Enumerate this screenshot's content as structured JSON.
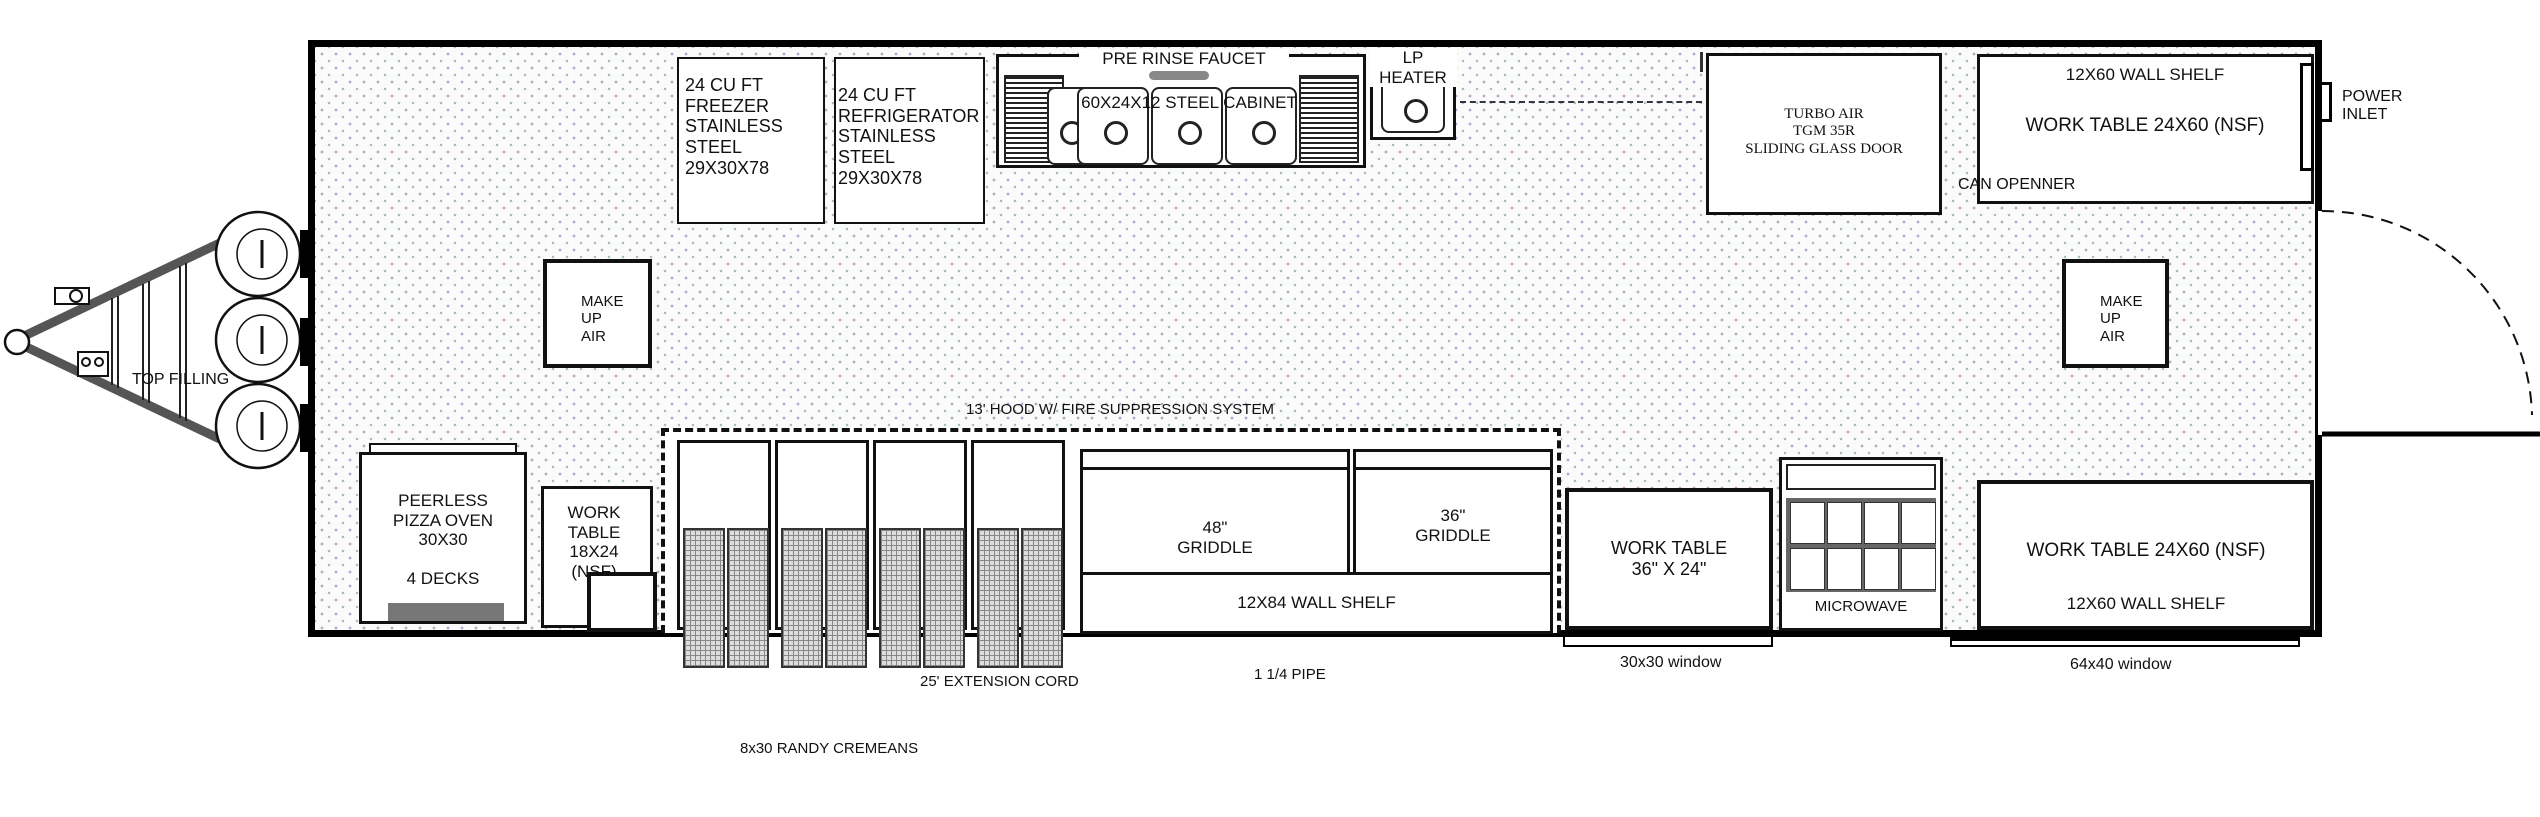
{
  "hitch": {
    "label": "TOP FILLING"
  },
  "equipment": {
    "freezer": "24 CU FT\nFREEZER\nSTAINLESS\nSTEEL\n29X30X78",
    "refrigerator": "24 CU FT\nREFRIGERATOR\nSTAINLESS\nSTEEL\n29X30X78",
    "sink_faucet": "PRE RINSE FAUCET",
    "sink": "60X24X12 STEEL CABINET",
    "lp_heater": "LP HEATER",
    "turbo_air": "TURBO AIR\nTGM 35R\nSLIDING GLASS DOOR",
    "top_right_shelf": "12X60 WALL SHELF",
    "top_right_table": "WORK TABLE 24X60 (NSF)",
    "can_opener": "CAN OPENNER",
    "power_inlet": "POWER\nINLET",
    "make_up_air_left": "MAKE\nUP\nAIR",
    "make_up_air_right": "MAKE\nUP\nAIR",
    "hood": "13' HOOD W/ FIRE SUPPRESSION SYSTEM",
    "pizza_oven": "PEERLESS\nPIZZA OVEN\n30X30\n\n4 DECKS",
    "work_table_small": "WORK\nTABLE\n18X24\n(NSF)",
    "griddle_48": "48\"\nGRIDDLE",
    "griddle_36": "36\"\nGRIDDLE",
    "wall_shelf_84": "12X84 WALL SHELF",
    "work_table_36": "WORK TABLE\n36\" X 24\"",
    "microwave": "MICROWAVE",
    "bottom_right_table": "WORK TABLE 24X60 (NSF)",
    "bottom_right_shelf": "12X60 WALL SHELF"
  },
  "windows": {
    "small": "30x30 window",
    "large": "64x40 window"
  },
  "notes": {
    "extension_cord": "25' EXTENSION CORD",
    "pipe": "1 1/4 PIPE",
    "title": "8x30 RANDY CREMEANS"
  }
}
